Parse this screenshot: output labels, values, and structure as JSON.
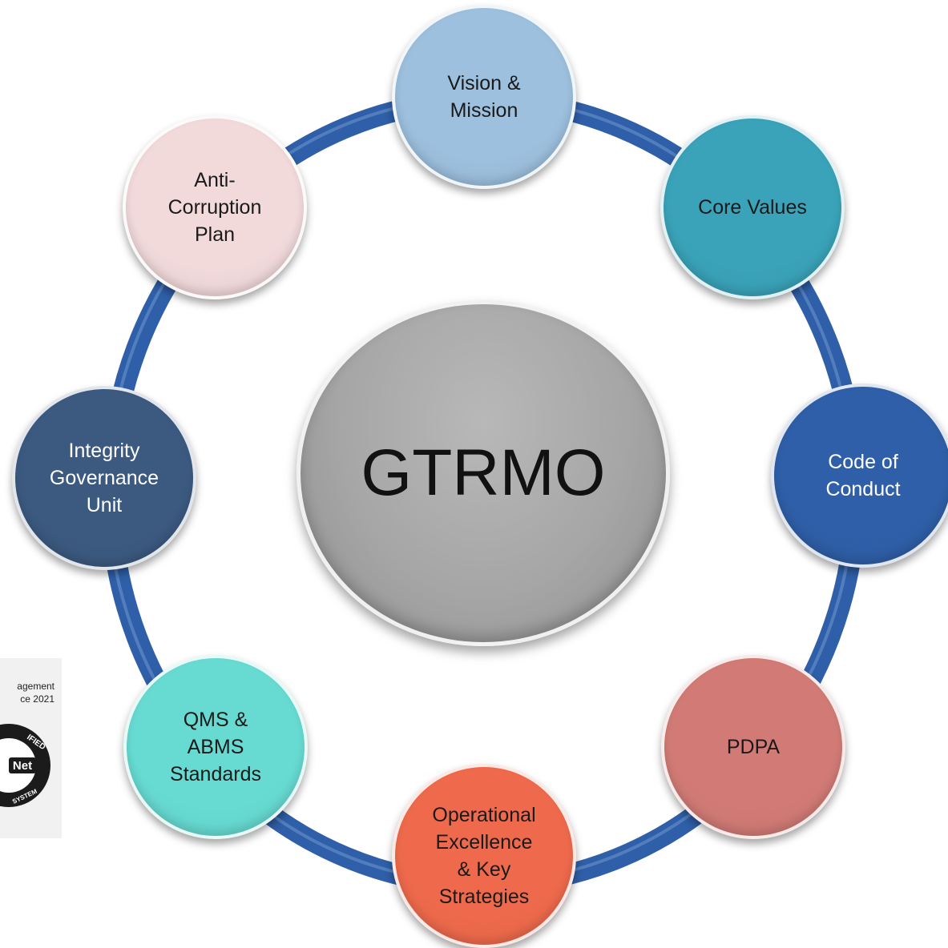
{
  "diagram": {
    "hub": {
      "label": "GTRMO",
      "color": "#a6a6a6"
    },
    "ring_color": "#2f5fa8",
    "nodes": [
      {
        "id": "vision-mission",
        "label": "Vision &\nMission",
        "color": "#9dc0de",
        "text_color": "#1a1a1a"
      },
      {
        "id": "core-values",
        "label": "Core Values",
        "color": "#3aa3b9",
        "text_color": "#1a1a1a"
      },
      {
        "id": "code-of-conduct",
        "label": "Code of\nConduct",
        "color": "#2f5fa8",
        "text_color": "#ffffff"
      },
      {
        "id": "pdpa",
        "label": "PDPA",
        "color": "#d27b76",
        "text_color": "#1a1a1a"
      },
      {
        "id": "operational-excellence",
        "label": "Operational\nExcellence\n& Key\nStrategies",
        "color": "#ef6a4c",
        "text_color": "#1a1a1a"
      },
      {
        "id": "qms-abms",
        "label": "QMS &\nABMS\nStandards",
        "color": "#67dbd2",
        "text_color": "#1a1a1a"
      },
      {
        "id": "integrity-governance",
        "label": "Integrity\nGovernance\nUnit",
        "color": "#3c5a80",
        "text_color": "#ffffff"
      },
      {
        "id": "anti-corruption",
        "label": "Anti-\nCorruption\nPlan",
        "color": "#f2dadb",
        "text_color": "#1a1a1a"
      }
    ]
  },
  "certificate": {
    "line1": "agement",
    "line2": "ce 2021",
    "seal_text": "Net",
    "seal_arc_top": "IFIED",
    "seal_arc_bottom": "SYSTEM"
  }
}
